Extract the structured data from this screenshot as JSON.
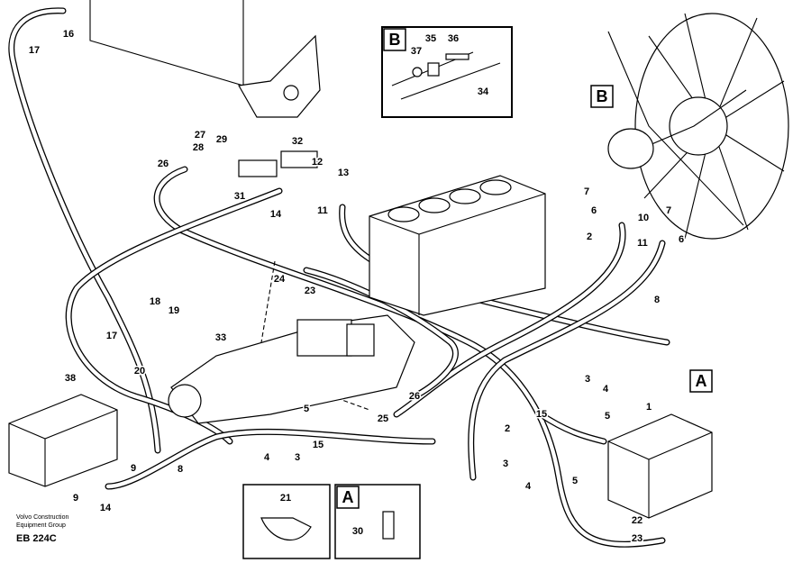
{
  "footer": {
    "company_line1": "Volvo Construction",
    "company_line2": "Equipment Group",
    "drawing_code": "EB 224C"
  },
  "inset_labels": {
    "detail_b_top": "B",
    "detail_b_fan": "B",
    "detail_a_valve": "A",
    "detail_a_bottom": "A"
  },
  "callouts": [
    "17",
    "16",
    "37",
    "35",
    "36",
    "34",
    "27",
    "28",
    "29",
    "26",
    "32",
    "12",
    "13",
    "31",
    "14",
    "11",
    "7",
    "6",
    "10",
    "7",
    "2",
    "11",
    "6",
    "8",
    "24",
    "23",
    "18",
    "19",
    "17",
    "33",
    "20",
    "38",
    "3",
    "4",
    "15",
    "2",
    "5",
    "1",
    "26",
    "25",
    "5",
    "15",
    "4",
    "3",
    "9",
    "8",
    "3",
    "4",
    "5",
    "9",
    "14",
    "21",
    "30",
    "22",
    "23"
  ]
}
